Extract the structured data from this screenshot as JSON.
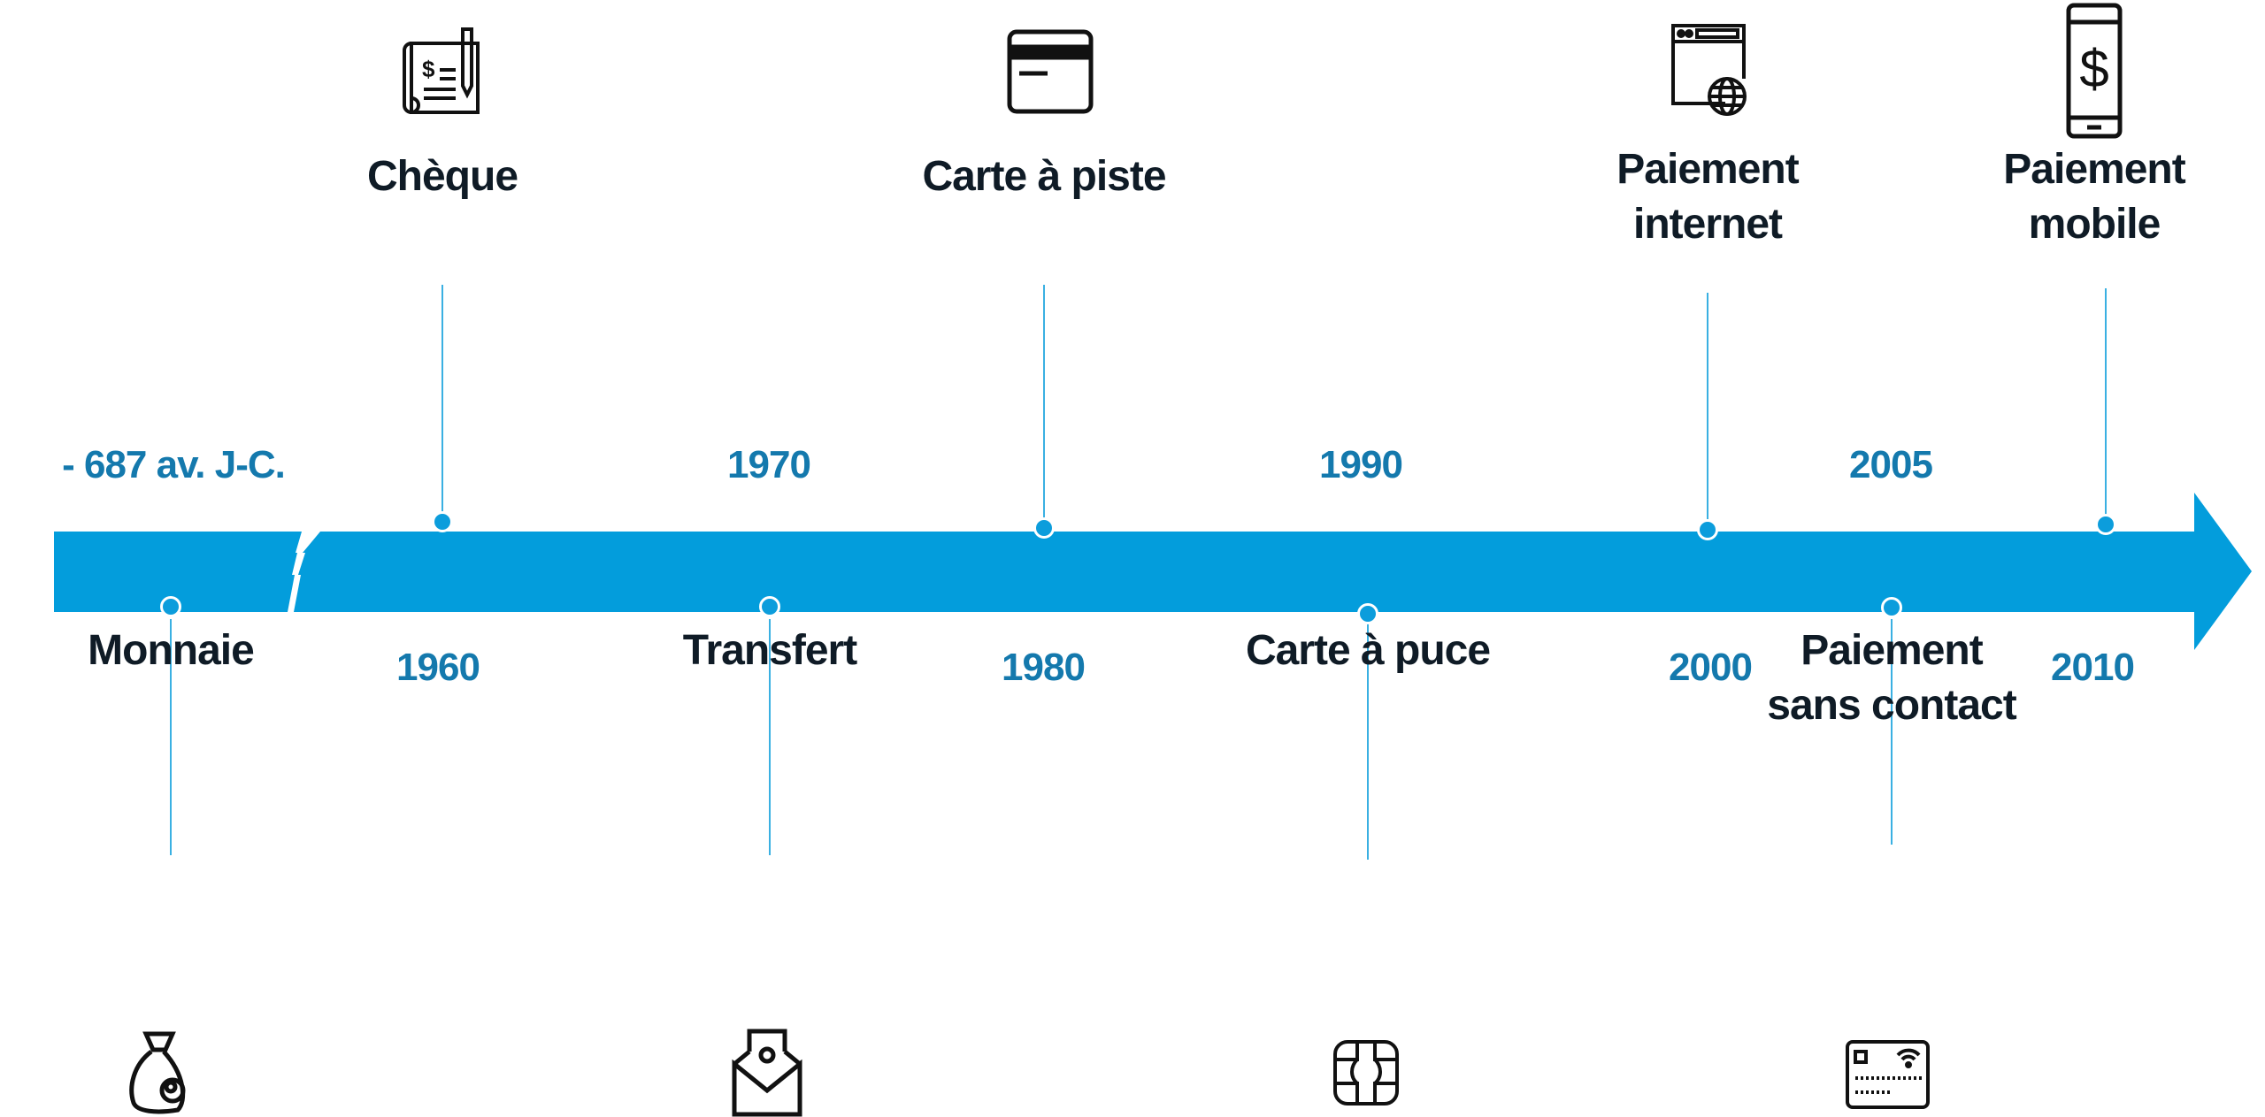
{
  "colors": {
    "bar": "#039ddc",
    "year": "#1479ad",
    "title": "#0f1b26"
  },
  "years": {
    "ancient": "- 687 av. J-C.",
    "y1960": "1960",
    "y1970": "1970",
    "y1980": "1980",
    "y1990": "1990",
    "y2000": "2000",
    "y2005": "2005",
    "y2010": "2010"
  },
  "events": {
    "monnaie": {
      "label": "Monnaie",
      "icon": "money-bag-icon"
    },
    "cheque": {
      "label": "Chèque",
      "icon": "cheque-icon"
    },
    "transfert": {
      "label": "Transfert",
      "icon": "envelope-money-icon"
    },
    "carte_piste": {
      "label": "Carte à piste",
      "icon": "credit-card-icon"
    },
    "carte_puce": {
      "label": "Carte à puce",
      "icon": "chip-icon"
    },
    "internet": {
      "line1": "Paiement",
      "line2": "internet",
      "icon": "web-globe-icon"
    },
    "sans_contact": {
      "line1": "Paiement",
      "line2": "sans contact",
      "icon": "contactless-card-icon"
    },
    "mobile": {
      "line1": "Paiement",
      "line2": "mobile",
      "icon": "mobile-dollar-icon"
    }
  }
}
